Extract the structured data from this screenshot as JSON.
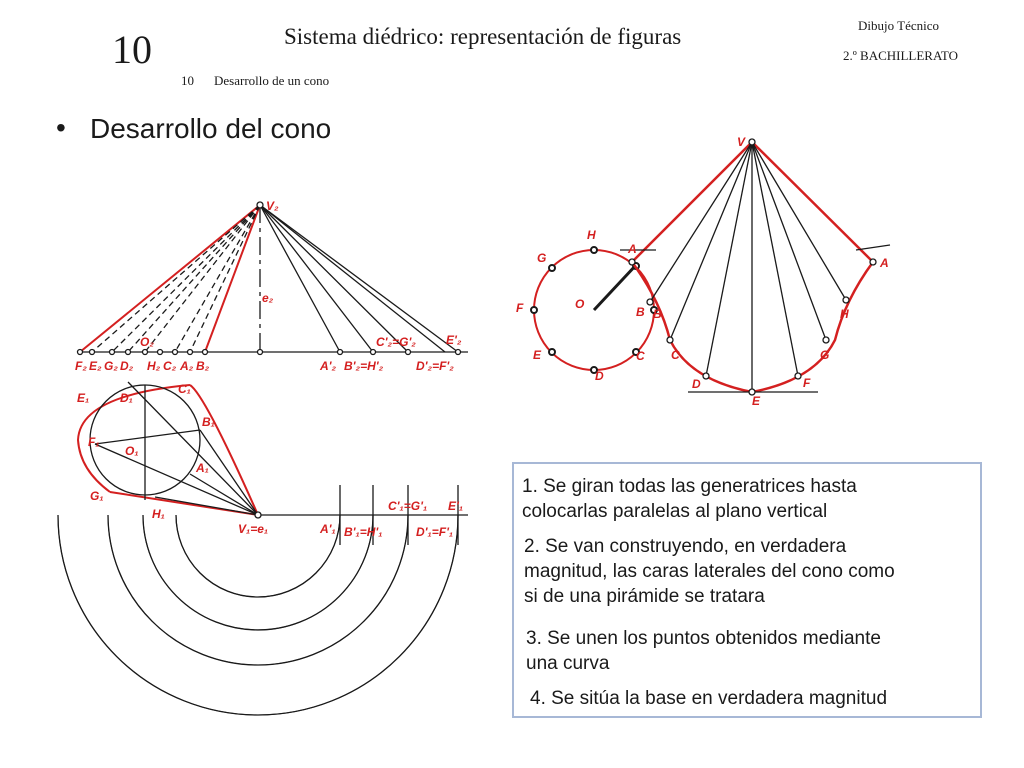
{
  "header": {
    "chapter_number": "10",
    "title": "Sistema diédrico: representación de figuras",
    "subject": "Dibujo Técnico",
    "level": "2.º BACHILLERATO",
    "section_number": "10",
    "section_title": "Desarrollo de un cono"
  },
  "bullet": {
    "marker": "•",
    "text": "Desarrollo del cono"
  },
  "steps": [
    {
      "line1": "1. Se giran todas las generatrices hasta",
      "line2": "colocarlas paralelas al plano vertical",
      "line3": ""
    },
    {
      "line1": "2. Se van construyendo, en verdadera",
      "line2": "magnitud, las caras laterales del cono como",
      "line3": "si de una pirámide se tratara"
    },
    {
      "line1": "3. Se unen los puntos obtenidos mediante",
      "line2": "una curva",
      "line3": ""
    },
    {
      "line1": "4. Se sitúa la base en verdadera magnitud",
      "line2": "",
      "line3": ""
    }
  ],
  "labels": {
    "V2": "V₂",
    "e2": "e₂",
    "O2": "O₂",
    "C2p": "C'₂=G'₂",
    "E2p": "E'₂",
    "F2": "F₂",
    "E2": "E₂",
    "G2": "G₂",
    "D2": "D₂",
    "H2": "H₂",
    "C2": "C₂",
    "A2": "A₂",
    "B2": "B₂",
    "A2p": "A'₂",
    "B2p": "B'₂=H'₂",
    "D2p": "D'₂=F'₂",
    "C1": "C₁",
    "E1": "E₁",
    "D1": "D₁",
    "B1": "B₁",
    "F1": "F₁",
    "O1": "O₁",
    "A1": "A₁",
    "G1": "G₁",
    "H1": "H₁",
    "V1": "V₁=e₁",
    "C1p": "C'₁=G'₁",
    "E1p": "E'₁",
    "A1p": "A'₁",
    "B1p": "B'₁=H'₁",
    "D1p": "D'₁=F'₁",
    "cH": "H",
    "cA": "A",
    "cG": "G",
    "cF": "F",
    "cO": "O",
    "cB": "B",
    "cE": "E",
    "cC": "C",
    "cD": "D",
    "dV": "V",
    "dA": "A",
    "dB": "B",
    "dH": "H",
    "dC": "C",
    "dG": "G",
    "dD": "D",
    "dF": "F",
    "dE": "E"
  },
  "colors": {
    "construction": "#d42020",
    "ink": "#1a1a1a",
    "box_border": "#a7b8d6"
  }
}
